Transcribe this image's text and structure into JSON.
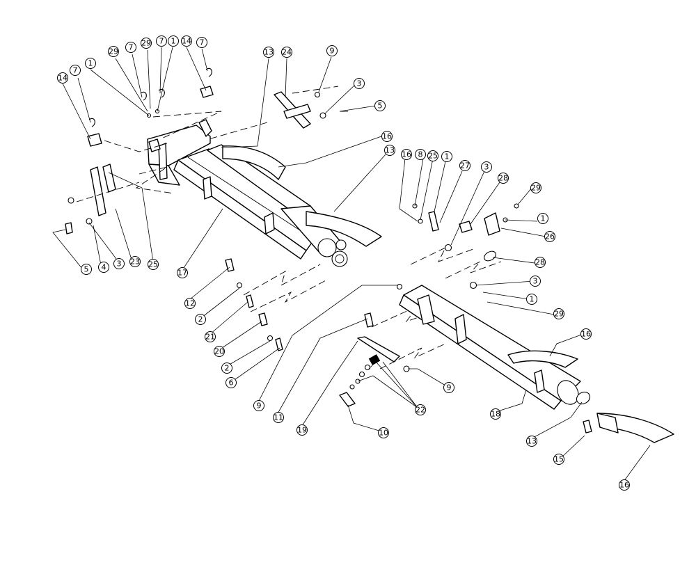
{
  "callouts": [
    {
      "id": "c01",
      "label": "14"
    },
    {
      "id": "c02",
      "label": "7"
    },
    {
      "id": "c03",
      "label": "1"
    },
    {
      "id": "c04",
      "label": "29"
    },
    {
      "id": "c05",
      "label": "7"
    },
    {
      "id": "c06",
      "label": "29"
    },
    {
      "id": "c07",
      "label": "7"
    },
    {
      "id": "c08",
      "label": "1"
    },
    {
      "id": "c09",
      "label": "14"
    },
    {
      "id": "c10",
      "label": "7"
    },
    {
      "id": "c11",
      "label": "13"
    },
    {
      "id": "c12",
      "label": "24"
    },
    {
      "id": "c13",
      "label": "9"
    },
    {
      "id": "c14",
      "label": "3"
    },
    {
      "id": "c15",
      "label": "5"
    },
    {
      "id": "c16",
      "label": "16"
    },
    {
      "id": "c17",
      "label": "13"
    },
    {
      "id": "c18",
      "label": "16"
    },
    {
      "id": "c19",
      "label": "8"
    },
    {
      "id": "c20",
      "label": "25"
    },
    {
      "id": "c21",
      "label": "1"
    },
    {
      "id": "c22",
      "label": "27"
    },
    {
      "id": "c23",
      "label": "3"
    },
    {
      "id": "c24",
      "label": "28"
    },
    {
      "id": "c25",
      "label": "29"
    },
    {
      "id": "c26",
      "label": "1"
    },
    {
      "id": "c27",
      "label": "26"
    },
    {
      "id": "c28",
      "label": "28"
    },
    {
      "id": "c29",
      "label": "3"
    },
    {
      "id": "c30",
      "label": "1"
    },
    {
      "id": "c31",
      "label": "29"
    },
    {
      "id": "c32",
      "label": "16"
    },
    {
      "id": "c33",
      "label": "5"
    },
    {
      "id": "c34",
      "label": "4"
    },
    {
      "id": "c35",
      "label": "3"
    },
    {
      "id": "c36",
      "label": "23"
    },
    {
      "id": "c37",
      "label": "25"
    },
    {
      "id": "c38",
      "label": "17"
    },
    {
      "id": "c39",
      "label": "12"
    },
    {
      "id": "c40",
      "label": "2"
    },
    {
      "id": "c41",
      "label": "21"
    },
    {
      "id": "c42",
      "label": "20"
    },
    {
      "id": "c43",
      "label": "2"
    },
    {
      "id": "c44",
      "label": "6"
    },
    {
      "id": "c45",
      "label": "9"
    },
    {
      "id": "c46",
      "label": "11"
    },
    {
      "id": "c47",
      "label": "19"
    },
    {
      "id": "c48",
      "label": "10"
    },
    {
      "id": "c49",
      "label": "22"
    },
    {
      "id": "c50",
      "label": "9"
    },
    {
      "id": "c51",
      "label": "18"
    },
    {
      "id": "c52",
      "label": "13"
    },
    {
      "id": "c53",
      "label": "15"
    },
    {
      "id": "c54",
      "label": "16"
    }
  ]
}
